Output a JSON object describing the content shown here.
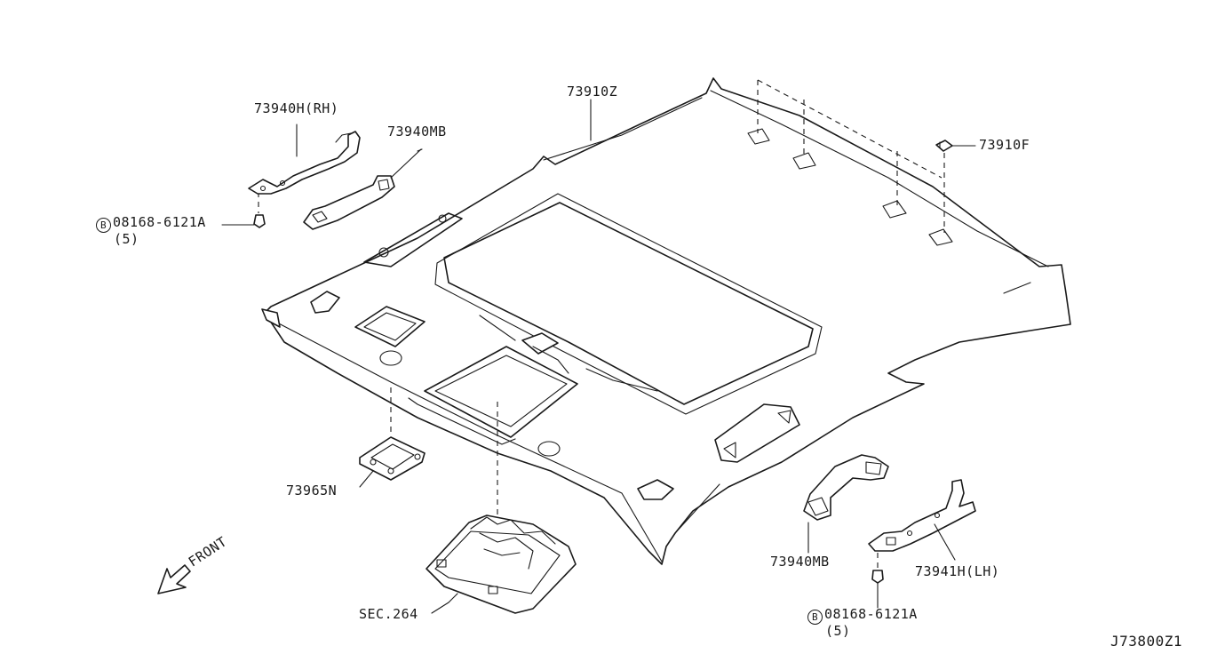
{
  "diagram": {
    "parts": {
      "headlining": "73910Z",
      "clip": "73910F",
      "bracket_rh": "73940H(RH)",
      "bracket_lh": "73941H(LH)",
      "assist_grip_upper": "73940MB",
      "assist_grip_lower": "73940MB",
      "lamp_finisher": "73965N",
      "map_lamp_ref": "SEC.264"
    },
    "bolt_upper": {
      "symbol": "B",
      "number": "08168-6121A",
      "qty": "(5)"
    },
    "bolt_lower": {
      "symbol": "B",
      "number": "08168-6121A",
      "qty": "(5)"
    },
    "front_label": "FRONT",
    "drawing_number": "J73800Z1"
  }
}
